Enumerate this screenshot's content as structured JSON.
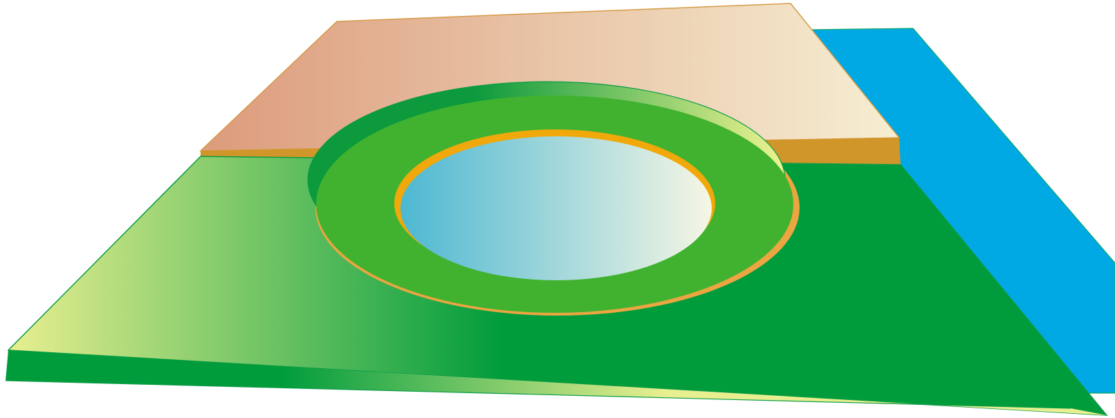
{
  "diagram": {
    "labels": [],
    "colors": {
      "background": "#ffffff",
      "blue_plane": "#00a9e3",
      "blue_plane_edge": "#0aa66a",
      "upper_layer_start": "#dc9b7c",
      "upper_layer_end": "#f6eed2",
      "upper_layer_edge": "#d69a46",
      "upper_edge_band": "#d0962a",
      "lower_layer_light": "#e8ef90",
      "lower_layer_dark": "#009c3c",
      "lower_layer_edge": "#0b9b45",
      "ring_green": "#40b22f",
      "ring_rim_dark": "#0d9a3d",
      "ring_rim_light": "#eef391",
      "ring_shadow_orange": "#eba541",
      "inner_orange": "#f0a80a",
      "inner_blue_start": "#4db8d2",
      "inner_blue_end": "#f6f6e4"
    },
    "parts": [
      {
        "name": "blue-plane",
        "desc_visible": false
      },
      {
        "name": "upper-layer",
        "desc_visible": false
      },
      {
        "name": "lower-layer",
        "desc_visible": false
      },
      {
        "name": "ring",
        "desc_visible": false
      },
      {
        "name": "inner-disc",
        "desc_visible": false
      }
    ]
  }
}
